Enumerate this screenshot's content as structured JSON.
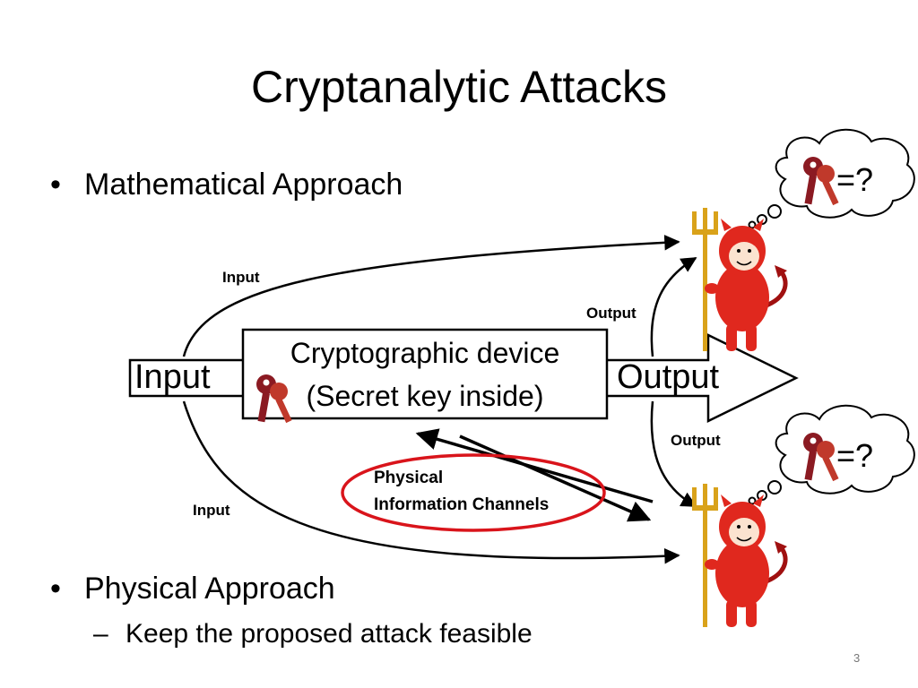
{
  "slide": {
    "title": "Cryptanalytic Attacks",
    "bullets": {
      "math": "Mathematical Approach",
      "physical": "Physical Approach",
      "sub": "Keep the proposed attack feasible"
    },
    "page_number": "3"
  },
  "diagram": {
    "input_arrow": "Input",
    "output_arrow": "Output",
    "device_line1": "Cryptographic device",
    "device_line2": "(Secret key inside)",
    "label_input_top": "Input",
    "label_input_bottom": "Input",
    "label_output_top": "Output",
    "label_output_bottom": "Output",
    "channel_line1": "Physical",
    "channel_line2": "Information Channels",
    "thought_top": "=?",
    "thought_bottom": "=?"
  },
  "colors": {
    "devil": "#e0281e",
    "devil_dark": "#a01010",
    "key": "#8b1a22",
    "pitchfork": "#d9a21a",
    "ellipse": "#d9141b"
  },
  "icons": [
    "key-icon",
    "devil-icon",
    "thought-bubble-icon"
  ]
}
